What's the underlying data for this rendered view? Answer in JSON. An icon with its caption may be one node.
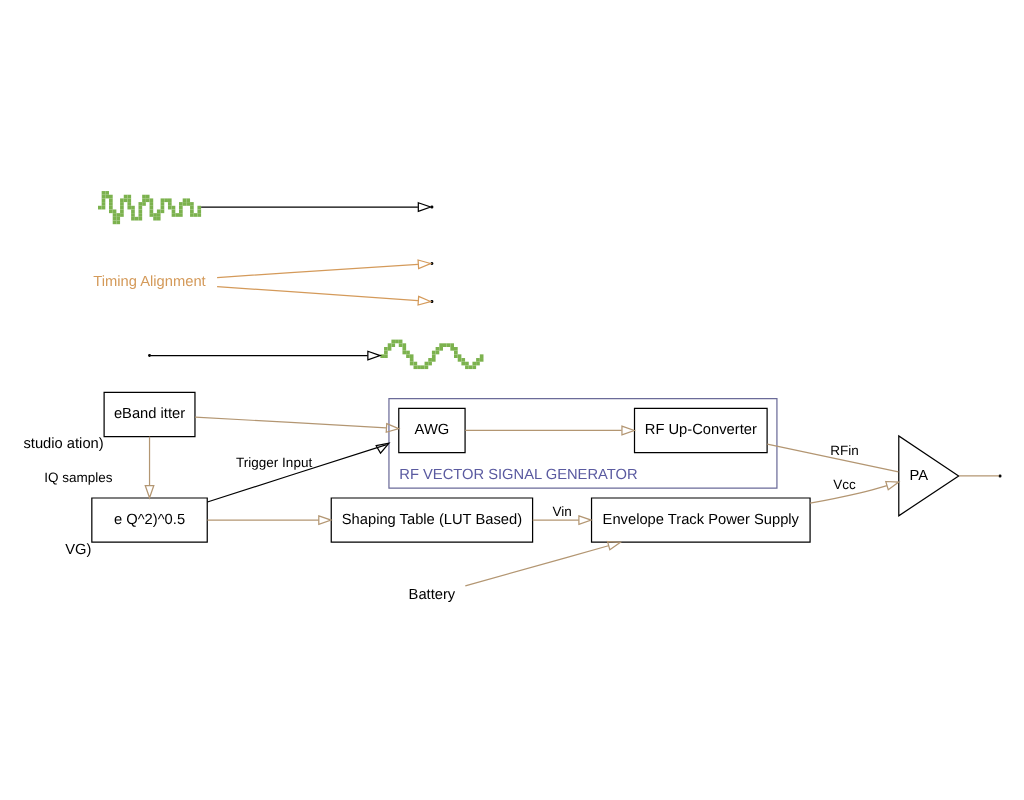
{
  "diagram": {
    "nodes": [
      {
        "text": [
          "e Q^2)^0.5"
        ],
        "beside": [
          "VG)"
        ]
      },
      {
        "text": [
          "Shaping Table (LUT Based)"
        ]
      },
      {
        "text": [
          "Battery"
        ]
      },
      {
        "text": [
          "Envelope Track Power Supply"
        ]
      },
      {
        "text": [],
        "shape": "picture"
      },
      {
        "text": [
          "Timing Alignment"
        ]
      },
      {
        "text": [
          "eBand itter"
        ],
        "beside": [
          "studio ation)"
        ]
      },
      {
        "text": [
          "RF VECTOR SIGNAL GENERATOR"
        ]
      },
      {
        "text": [
          "AWG"
        ],
        "in": 7
      },
      {
        "text": [
          "RF Up-Converter"
        ],
        "in": 7
      },
      {
        "text": [
          "PA"
        ]
      },
      {
        "text": [],
        "shape": "picture"
      }
    ],
    "edges": [
      {
        "from": 0,
        "to": 1,
        "arrow": "to"
      },
      {
        "from": 1,
        "to": 3,
        "arrow": "to",
        "label": "Vin"
      },
      {
        "from": 2,
        "to": 3,
        "arrow": "to"
      },
      {
        "from": 3,
        "to": 10,
        "arrow": "to",
        "label": "Vcc"
      },
      {
        "from": 6,
        "to": 0,
        "arrow": "to",
        "label": "IQ samples"
      },
      {
        "from": 0,
        "to": 7,
        "arrow": "to",
        "label": "Trigger Input",
        "color": "#000000"
      },
      {
        "from": 6,
        "to": 8,
        "arrow": "to"
      },
      {
        "from": 8,
        "to": 9,
        "arrow": "to"
      },
      {
        "from": 9,
        "to": 10,
        "arrow": "none",
        "label": "RFin"
      },
      {
        "from": 10,
        "to": null,
        "arrow": "none"
      },
      {
        "from": null,
        "to": 4,
        "arrow": "to",
        "color": "#000000"
      },
      {
        "from": 11,
        "to": null,
        "arrow": "to",
        "color": "#000000"
      },
      {
        "from": 5,
        "to": null,
        "arrow": "to",
        "color": "#d49a5a"
      },
      {
        "from": 5,
        "to": null,
        "arrow": "to",
        "color": "#d49a5a"
      }
    ]
  }
}
